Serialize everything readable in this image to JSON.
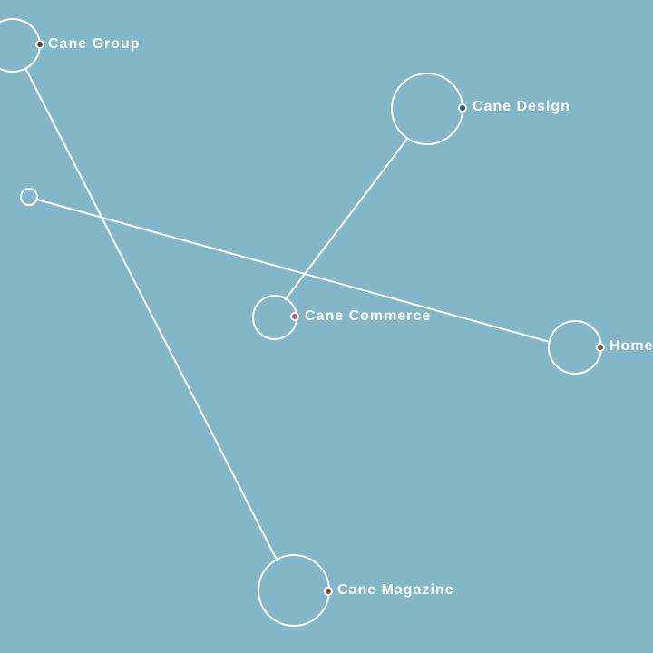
{
  "background_color": "#83b7c8",
  "line_color": "#ffffff",
  "nodes": [
    {
      "id": "cane-group",
      "label": "Cane Group",
      "dot_color": "#4a4535"
    },
    {
      "id": "cane-design",
      "label": "Cane Design",
      "dot_color": "#1f5f78"
    },
    {
      "id": "cane-commerce",
      "label": "Cane Commerce",
      "dot_color": "#b0508a"
    },
    {
      "id": "home",
      "label": "Home",
      "dot_color": "#6b6a3a"
    },
    {
      "id": "cane-magazine",
      "label": "Cane Magazine",
      "dot_color": "#a83a3a"
    },
    {
      "id": "unlabeled",
      "label": "",
      "dot_color": ""
    }
  ],
  "edges": [
    {
      "from": "cane-group",
      "to": "cane-magazine"
    },
    {
      "from": "unlabeled",
      "to": "home"
    },
    {
      "from": "cane-design",
      "to": "cane-commerce"
    }
  ]
}
